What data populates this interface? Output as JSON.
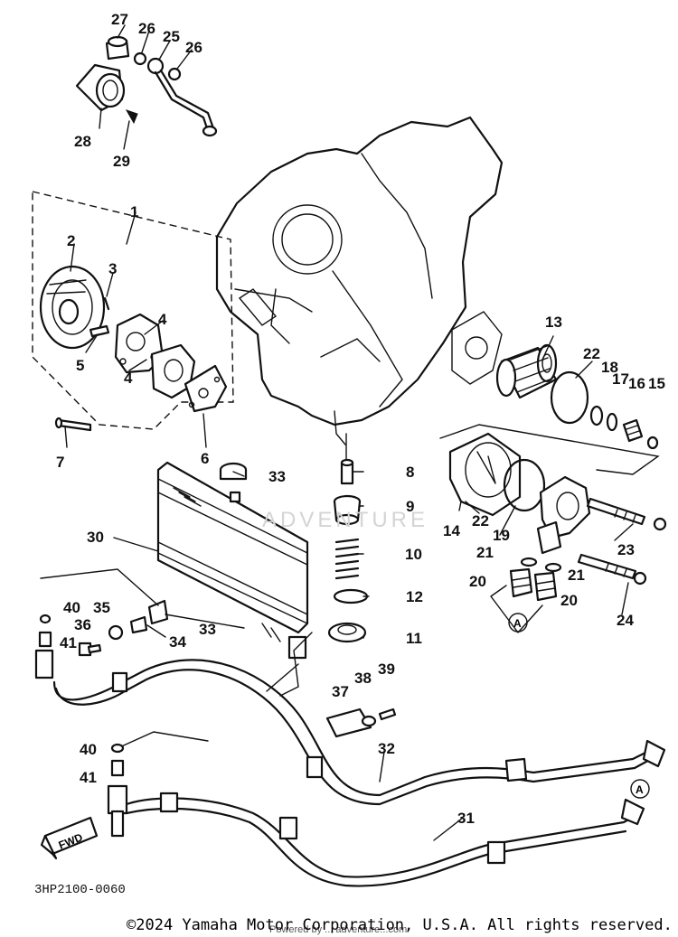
{
  "diagram": {
    "reference_code": "3HP2100-0060",
    "copyright": "©2024 Yamaha Motor Corporation, U.S.A. All rights reserved.",
    "watermark": "ADVENTURE",
    "watermark_url": "Powered by ... adventure...com",
    "fwd_label": "FWD",
    "circle_marker": "A",
    "callouts": {
      "p1": "1",
      "p2": "2",
      "p3": "3",
      "p4a": "4",
      "p4b": "4",
      "p5": "5",
      "p6": "6",
      "p7": "7",
      "p8": "8",
      "p9": "9",
      "p10": "10",
      "p11": "11",
      "p12": "12",
      "p13": "13",
      "p14": "14",
      "p15": "15",
      "p16": "16",
      "p17": "17",
      "p18": "18",
      "p19": "19",
      "p20a": "20",
      "p20b": "20",
      "p21a": "21",
      "p21b": "21",
      "p22a": "22",
      "p22b": "22",
      "p23": "23",
      "p24": "24",
      "p25": "25",
      "p26a": "26",
      "p26b": "26",
      "p27": "27",
      "p28": "28",
      "p29": "29",
      "p30": "30",
      "p31": "31",
      "p32": "32",
      "p33a": "33",
      "p33b": "33",
      "p34": "34",
      "p35": "35",
      "p36": "36",
      "p37": "37",
      "p38": "38",
      "p39": "39",
      "p40a": "40",
      "p40b": "40",
      "p41a": "41",
      "p41b": "41"
    }
  }
}
